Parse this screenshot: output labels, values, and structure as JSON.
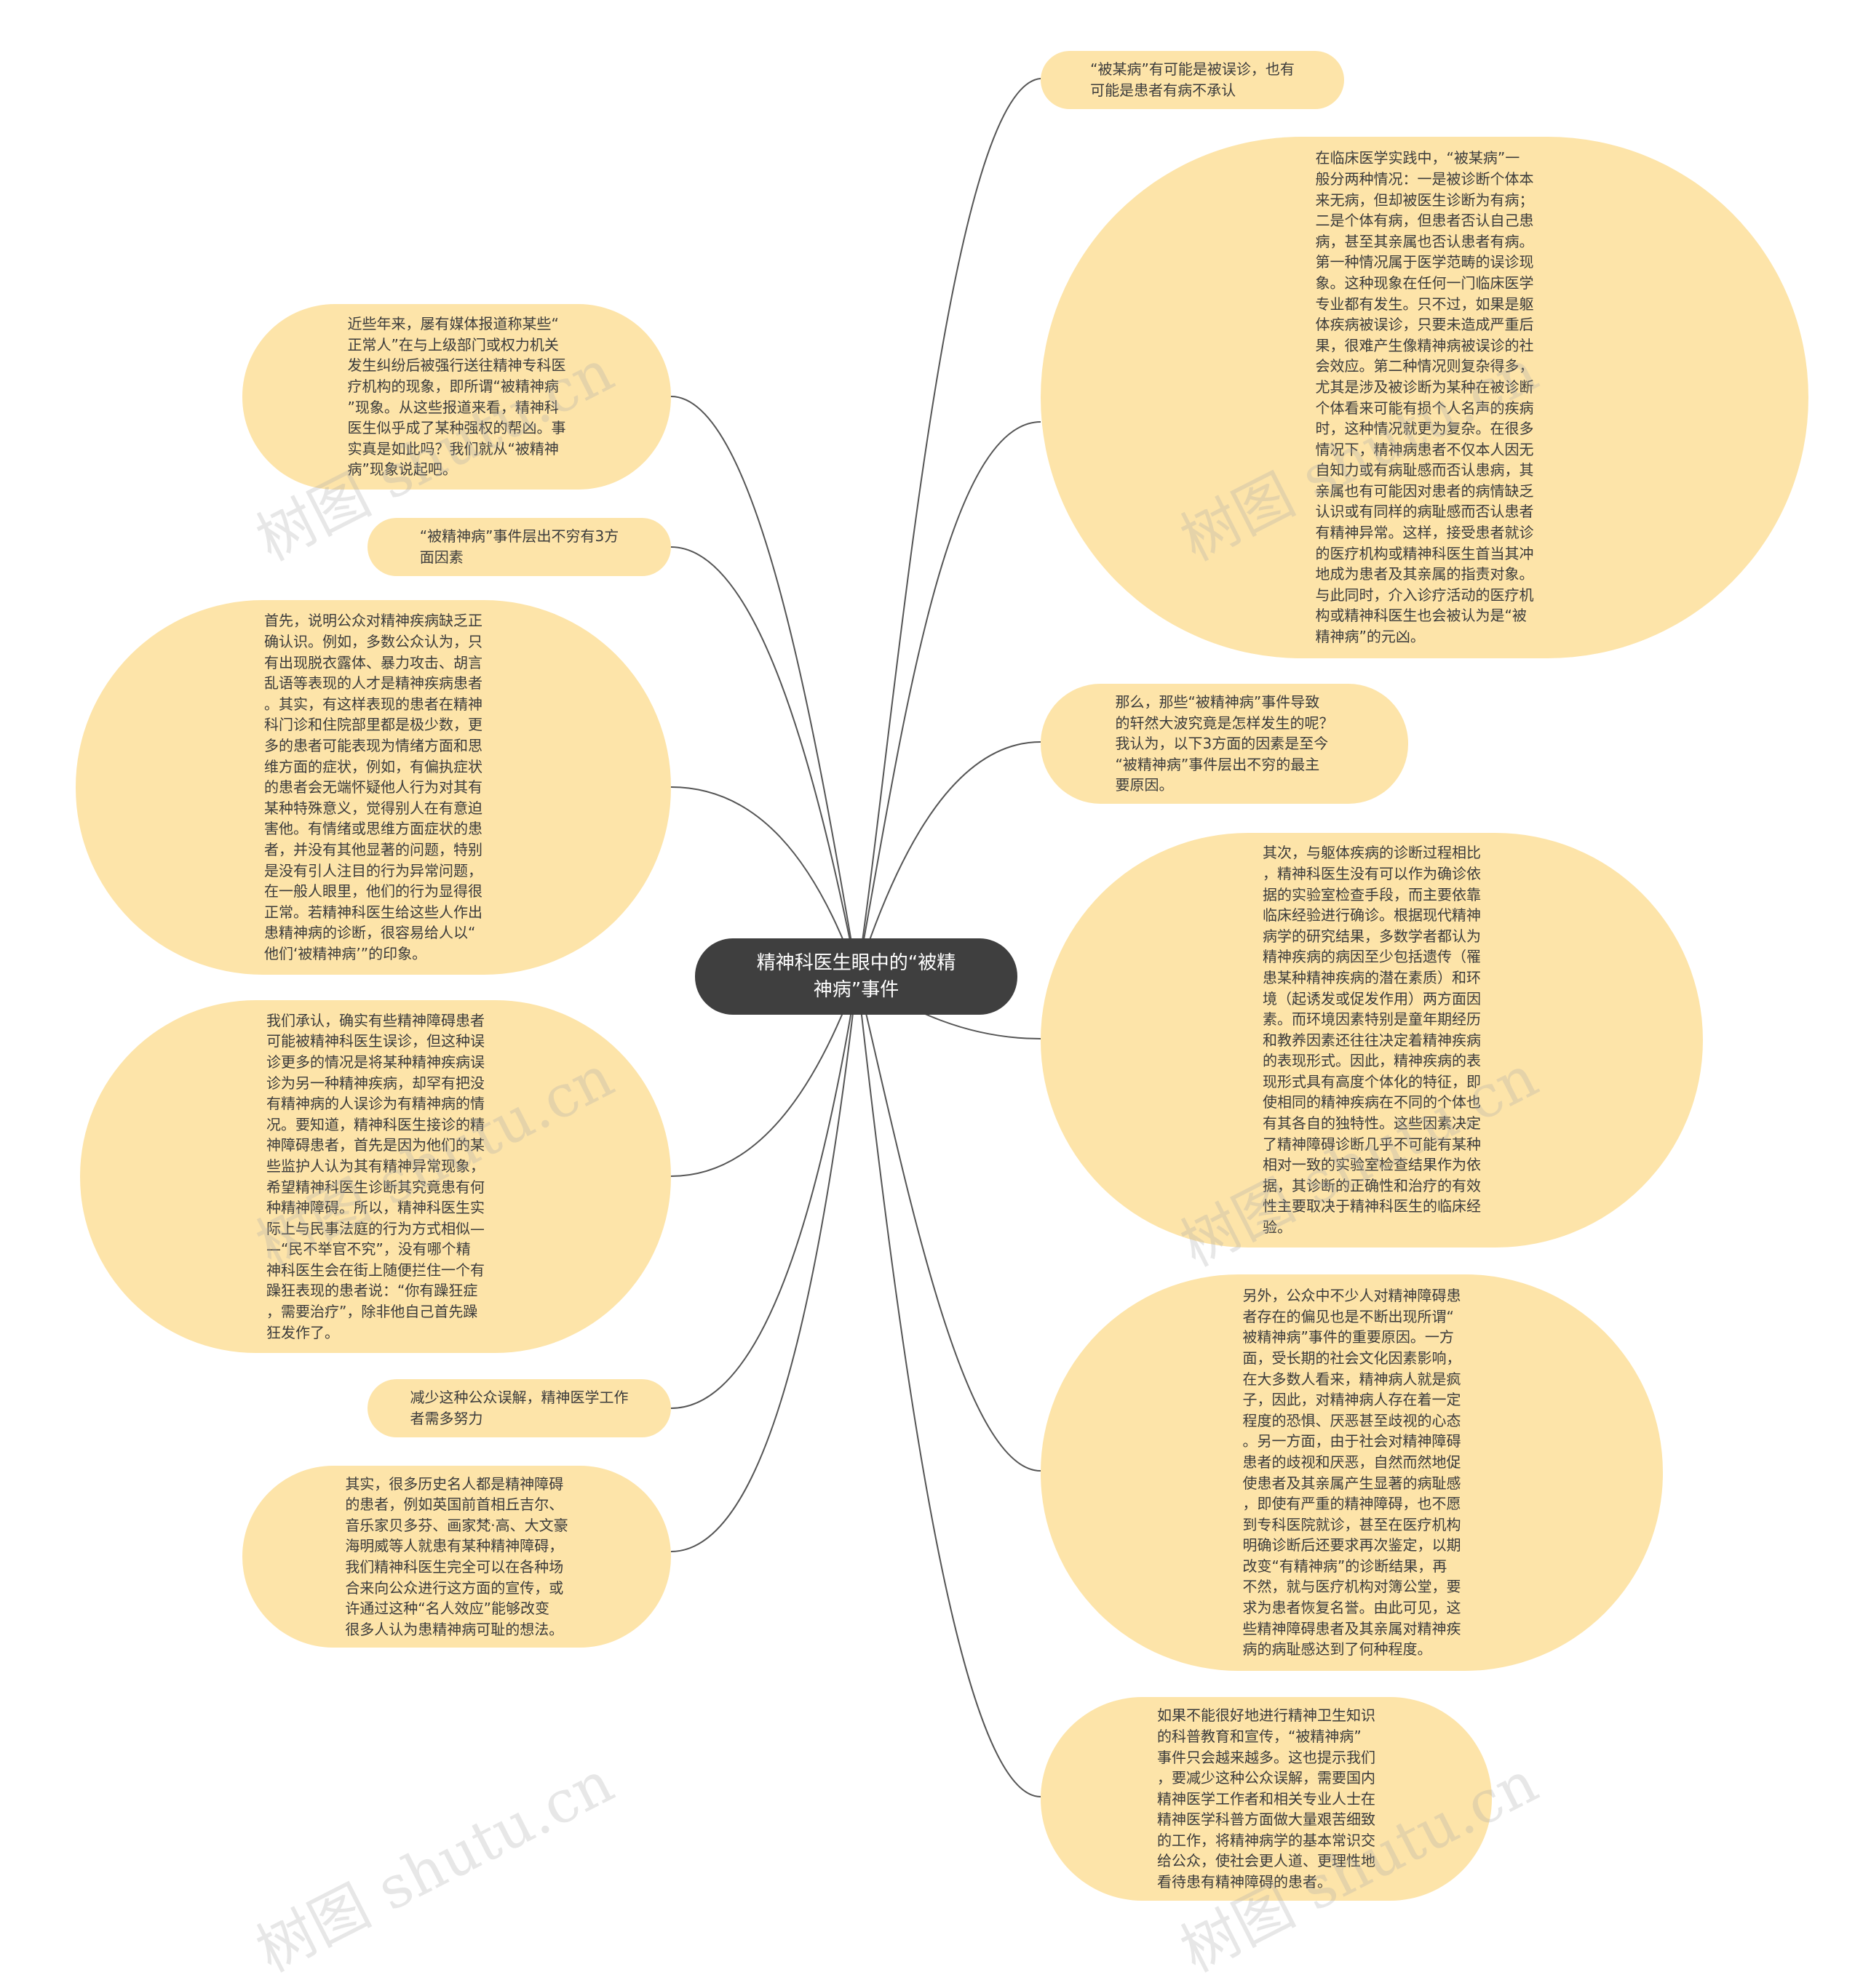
{
  "center": {
    "title": "精神科医生眼中的“被精\n神病”事件"
  },
  "nodes": {
    "r1": "“被某病”有可能是被误诊，也有\n可能是患者有病不承认",
    "r2": "在临床医学实践中，“被某病”一\n般分两种情况：一是被诊断个体本\n来无病，但却被医生诊断为有病；\n二是个体有病，但患者否认自己患\n病，甚至其亲属也否认患者有病。\n第一种情况属于医学范畴的误诊现\n象。这种现象在任何一门临床医学\n专业都有发生。只不过，如果是躯\n体疾病被误诊，只要未造成严重后\n果，很难产生像精神病被误诊的社\n会效应。第二种情况则复杂得多，\n尤其是涉及被诊断为某种在被诊断\n个体看来可能有损个人名声的疾病\n时，这种情况就更为复杂。在很多\n情况下，精神病患者不仅本人因无\n自知力或有病耻感而否认患病，其\n亲属也有可能因对患者的病情缺乏\n认识或有同样的病耻感而否认患者\n有精神异常。这样，接受患者就诊\n的医疗机构或精神科医生首当其冲\n地成为患者及其亲属的指责对象。\n与此同时，介入诊疗活动的医疗机\n构或精神科医生也会被认为是“被\n精神病”的元凶。",
    "r3": "那么，那些“被精神病”事件导致\n的轩然大波究竟是怎样发生的呢？\n我认为，以下3方面的因素是至今\n“被精神病”事件层出不穷的最主\n要原因。",
    "r4": "其次，与躯体疾病的诊断过程相比\n，精神科医生没有可以作为确诊依\n据的实验室检查手段，而主要依靠\n临床经验进行确诊。根据现代精神\n病学的研究结果，多数学者都认为\n精神疾病的病因至少包括遗传（罹\n患某种精神疾病的潜在素质）和环\n境（起诱发或促发作用）两方面因\n素。而环境因素特别是童年期经历\n和教养因素还往往决定着精神疾病\n的表现形式。因此，精神疾病的表\n现形式具有高度个体化的特征，即\n使相同的精神疾病在不同的个体也\n有其各自的独特性。这些因素决定\n了精神障碍诊断几乎不可能有某种\n相对一致的实验室检查结果作为依\n据，其诊断的正确性和治疗的有效\n性主要取决于精神科医生的临床经\n验。",
    "r5": "另外，公众中不少人对精神障碍患\n者存在的偏见也是不断出现所谓“\n被精神病”事件的重要原因。一方\n面，受长期的社会文化因素影响，\n在大多数人看来，精神病人就是疯\n子，因此，对精神病人存在着一定\n程度的恐惧、厌恶甚至歧视的心态\n。另一方面，由于社会对精神障碍\n患者的歧视和厌恶，自然而然地促\n使患者及其亲属产生显著的病耻感\n，即使有严重的精神障碍，也不愿\n到专科医院就诊，甚至在医疗机构\n明确诊断后还要求再次鉴定，以期\n改变“有精神病”的诊断结果，再\n不然，就与医疗机构对簿公堂，要\n求为患者恢复名誉。由此可见，这\n些精神障碍患者及其亲属对精神疾\n病的病耻感达到了何种程度。",
    "r6": "如果不能很好地进行精神卫生知识\n的科普教育和宣传，“被精神病”\n事件只会越来越多。这也提示我们\n，要减少这种公众误解，需要国内\n精神医学工作者和相关专业人士在\n精神医学科普方面做大量艰苦细致\n的工作，将精神病学的基本常识交\n给公众，使社会更人道、更理性地\n看待患有精神障碍的患者。",
    "l1": "近些年来，屡有媒体报道称某些“\n正常人”在与上级部门或权力机关\n发生纠纷后被强行送往精神专科医\n疗机构的现象，即所谓“被精神病\n”现象。从这些报道来看，精神科\n医生似乎成了某种强权的帮凶。事\n实真是如此吗？我们就从“被精神\n病”现象说起吧。",
    "l2": "“被精神病”事件层出不穷有3方\n面因素",
    "l3": "首先，说明公众对精神疾病缺乏正\n确认识。例如，多数公众认为，只\n有出现脱衣露体、暴力攻击、胡言\n乱语等表现的人才是精神疾病患者\n。其实，有这样表现的患者在精神\n科门诊和住院部里都是极少数，更\n多的患者可能表现为情绪方面和思\n维方面的症状，例如，有偏执症状\n的患者会无端怀疑他人行为对其有\n某种特殊意义，觉得别人在有意迫\n害他。有情绪或思维方面症状的患\n者，并没有其他显著的问题，特别\n是没有引人注目的行为异常问题，\n在一般人眼里，他们的行为显得很\n正常。若精神科医生给这些人作出\n患精神病的诊断，很容易给人以“\n他们‘被精神病’”的印象。",
    "l4": "我们承认，确实有些精神障碍患者\n可能被精神科医生误诊，但这种误\n诊更多的情况是将某种精神疾病误\n诊为另一种精神疾病，却罕有把没\n有精神病的人误诊为有精神病的情\n况。要知道，精神科医生接诊的精\n神障碍患者，首先是因为他们的某\n些监护人认为其有精神异常现象，\n希望精神科医生诊断其究竟患有何\n种精神障碍。所以，精神科医生实\n际上与民事法庭的行为方式相似—\n—“民不举官不究”，没有哪个精\n神科医生会在街上随便拦住一个有\n躁狂表现的患者说：“你有躁狂症\n，需要治疗”，除非他自己首先躁\n狂发作了。",
    "l5": "减少这种公众误解，精神医学工作\n者需多努力",
    "l6": "其实，很多历史名人都是精神障碍\n的患者，例如英国前首相丘吉尔、\n音乐家贝多芬、画家梵·高、大文豪\n海明威等人就患有某种精神障碍，\n我们精神科医生完全可以在各种场\n合来向公众进行这方面的宣传，或\n许通过这种“名人效应”能够改变\n很多人认为患精神病可耻的想法。"
  },
  "watermarks": [
    "树图 shutu.cn",
    "树图 shutu.cn",
    "树图 shutu.cn",
    "树图 shutu.cn",
    "树图 shutu.cn",
    "树图 shutu.cn"
  ],
  "colors": {
    "node_fill": "#fde4a9",
    "center_fill": "#3f3f3f",
    "link": "#555555"
  }
}
